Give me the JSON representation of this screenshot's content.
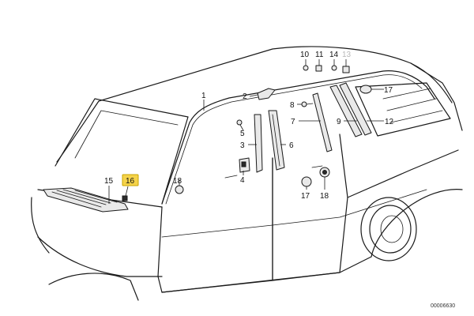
{
  "diagram": {
    "labels": {
      "p1": "1",
      "p2": "2",
      "p3": "3",
      "p4": "4",
      "p5": "5",
      "p6": "6",
      "p7": "7",
      "p8": "8",
      "p9": "9",
      "p10": "10",
      "p11": "11",
      "p12": "12",
      "p13": "13",
      "p14": "14",
      "p15": "15",
      "p16": "16",
      "p17a": "17",
      "p17b": "17",
      "p18a": "18",
      "p18b": "18"
    },
    "highlighted_part": "16",
    "faded_part": "13",
    "highlight_color": "#f5d34a",
    "image_code": "00006630"
  }
}
